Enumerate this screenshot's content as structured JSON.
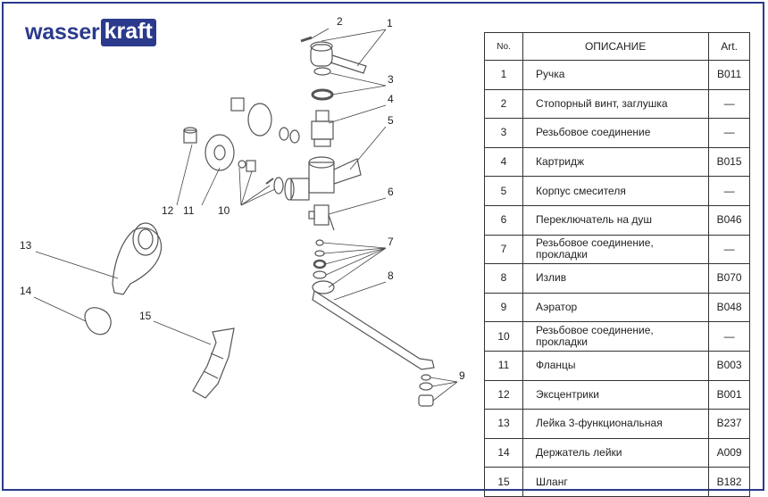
{
  "brand": {
    "part1": "wasser",
    "part2": "kraft"
  },
  "table": {
    "headers": {
      "no": "No.",
      "desc": "ОПИСАНИЕ",
      "art": "Art."
    },
    "rows": [
      {
        "no": "1",
        "desc": "Ручка",
        "art": "B011"
      },
      {
        "no": "2",
        "desc": "Стопорный винт, заглушка",
        "art": "—"
      },
      {
        "no": "3",
        "desc": "Резьбовое соединение",
        "art": "—"
      },
      {
        "no": "4",
        "desc": "Картридж",
        "art": "B015"
      },
      {
        "no": "5",
        "desc": "Корпус смесителя",
        "art": "—"
      },
      {
        "no": "6",
        "desc": "Переключатель на душ",
        "art": "B046"
      },
      {
        "no": "7",
        "desc": "Резьбовое соединение, прокладки",
        "art": "—"
      },
      {
        "no": "8",
        "desc": "Излив",
        "art": "B070"
      },
      {
        "no": "9",
        "desc": "Аэратор",
        "art": "B048"
      },
      {
        "no": "10",
        "desc": "Резьбовое соединение, прокладки",
        "art": "—"
      },
      {
        "no": "11",
        "desc": "Фланцы",
        "art": "B003"
      },
      {
        "no": "12",
        "desc": "Эксцентрики",
        "art": "B001"
      },
      {
        "no": "13",
        "desc": "Лейка 3-функциональная",
        "art": "B237"
      },
      {
        "no": "14",
        "desc": "Держатель лейки",
        "art": "A009"
      },
      {
        "no": "15",
        "desc": "Шланг",
        "art": "B182"
      }
    ]
  },
  "callouts": [
    "1",
    "2",
    "3",
    "4",
    "5",
    "6",
    "7",
    "8",
    "9",
    "10",
    "11",
    "12",
    "13",
    "14",
    "15"
  ],
  "colors": {
    "brand": "#2b3a8c",
    "lines": "#333333",
    "parts": "#555555"
  }
}
